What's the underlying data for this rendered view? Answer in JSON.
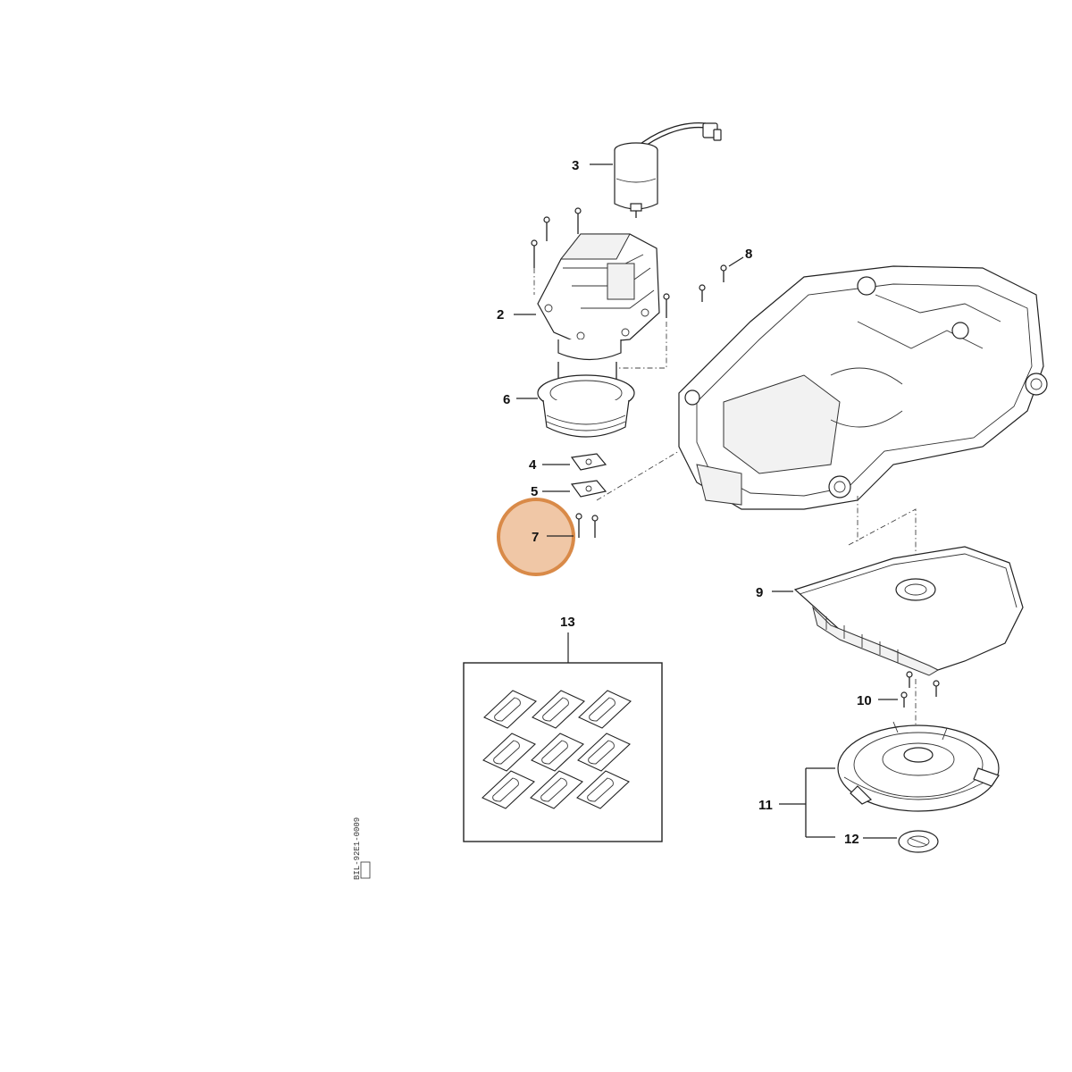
{
  "diagram": {
    "callouts": [
      {
        "id": "1",
        "label": "3"
      },
      {
        "id": "2",
        "label": "2"
      },
      {
        "id": "3",
        "label": "6"
      },
      {
        "id": "4",
        "label": "4"
      },
      {
        "id": "5",
        "label": "5"
      },
      {
        "id": "6",
        "label": "7"
      },
      {
        "id": "7",
        "label": "8"
      },
      {
        "id": "8",
        "label": "9"
      },
      {
        "id": "9",
        "label": "10"
      },
      {
        "id": "10",
        "label": "11"
      },
      {
        "id": "11",
        "label": "12"
      },
      {
        "id": "12",
        "label": "13"
      }
    ],
    "highlight": {
      "label": "7",
      "fill": "#f0c7a6",
      "stroke": "#d98a48"
    },
    "doc_code": "BIL-92E1-0009"
  }
}
